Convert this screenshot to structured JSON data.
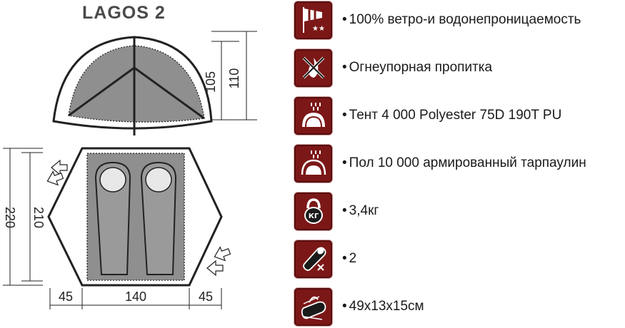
{
  "title": "LAGOS 2",
  "dimensions": {
    "inner_height": "105",
    "outer_height": "110",
    "inner_length": "210",
    "outer_length": "220",
    "vestibule_left": "45",
    "inner_width": "140",
    "vestibule_right": "45"
  },
  "features": [
    {
      "icon": "windsock-icon",
      "label": "100% ветро-и водонепроницаемость"
    },
    {
      "icon": "no-fire-icon",
      "label": "Огнеупорная пропитка"
    },
    {
      "icon": "rain-fly-icon",
      "label": "Тент 4 000 Polyester 75D 190T PU"
    },
    {
      "icon": "rain-floor-icon",
      "label": "Пол 10 000 армированный тарпаулин"
    },
    {
      "icon": "kettlebell-icon",
      "label": "3,4кг",
      "badge": "КГ"
    },
    {
      "icon": "sleeping-bag-icon",
      "label": "2"
    },
    {
      "icon": "packed-bag-icon",
      "label": "49x13x15см"
    }
  ],
  "colors": {
    "icon_bg": "#7b1717",
    "inner_tent": "#8f8f8f",
    "outline": "#222222"
  }
}
